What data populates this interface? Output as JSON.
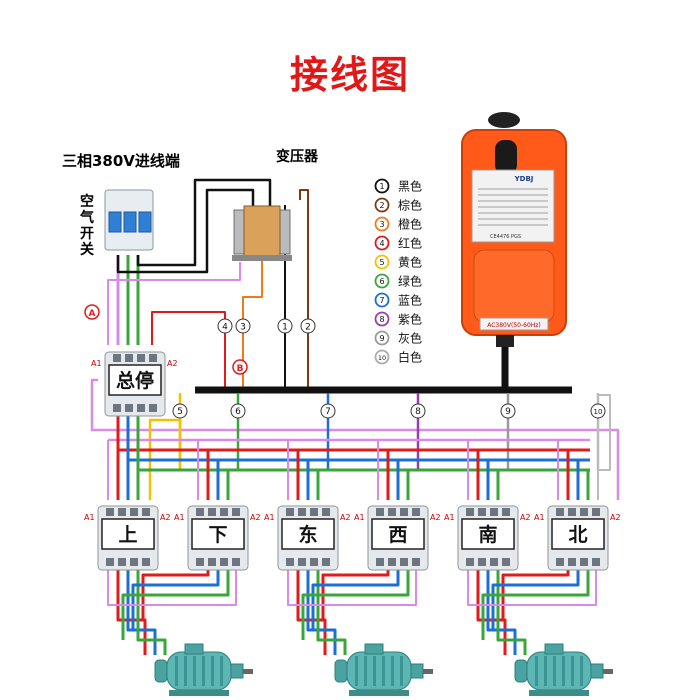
{
  "title": "接线图",
  "supply_label": "三相380V进线端",
  "breaker_label": "空气开关",
  "transformer_label": "变压器",
  "remote": {
    "brand": "YDBJ",
    "model": "CE4476 PGS",
    "voltage": "AC380V(50-60Hz)"
  },
  "markers": {
    "a": "A",
    "b": "B"
  },
  "coil_terminals": {
    "left": "A1",
    "right": "A2"
  },
  "master_contactor": "总停",
  "contactors": [
    "上",
    "下",
    "东",
    "西",
    "南",
    "北"
  ],
  "wire_legend": [
    {
      "num": "1",
      "label": "黑色",
      "color": "#111111"
    },
    {
      "num": "2",
      "label": "棕色",
      "color": "#7a3b14"
    },
    {
      "num": "3",
      "label": "橙色",
      "color": "#f07a1a"
    },
    {
      "num": "4",
      "label": "红色",
      "color": "#e11b1b"
    },
    {
      "num": "5",
      "label": "黄色",
      "color": "#f2c200"
    },
    {
      "num": "6",
      "label": "绿色",
      "color": "#3aa63a"
    },
    {
      "num": "7",
      "label": "蓝色",
      "color": "#1b6fd6"
    },
    {
      "num": "8",
      "label": "紫色",
      "color": "#9b3bb0"
    },
    {
      "num": "9",
      "label": "灰色",
      "color": "#9a9a9a"
    },
    {
      "num": "10",
      "label": "白色",
      "color": "#dddddd"
    }
  ]
}
